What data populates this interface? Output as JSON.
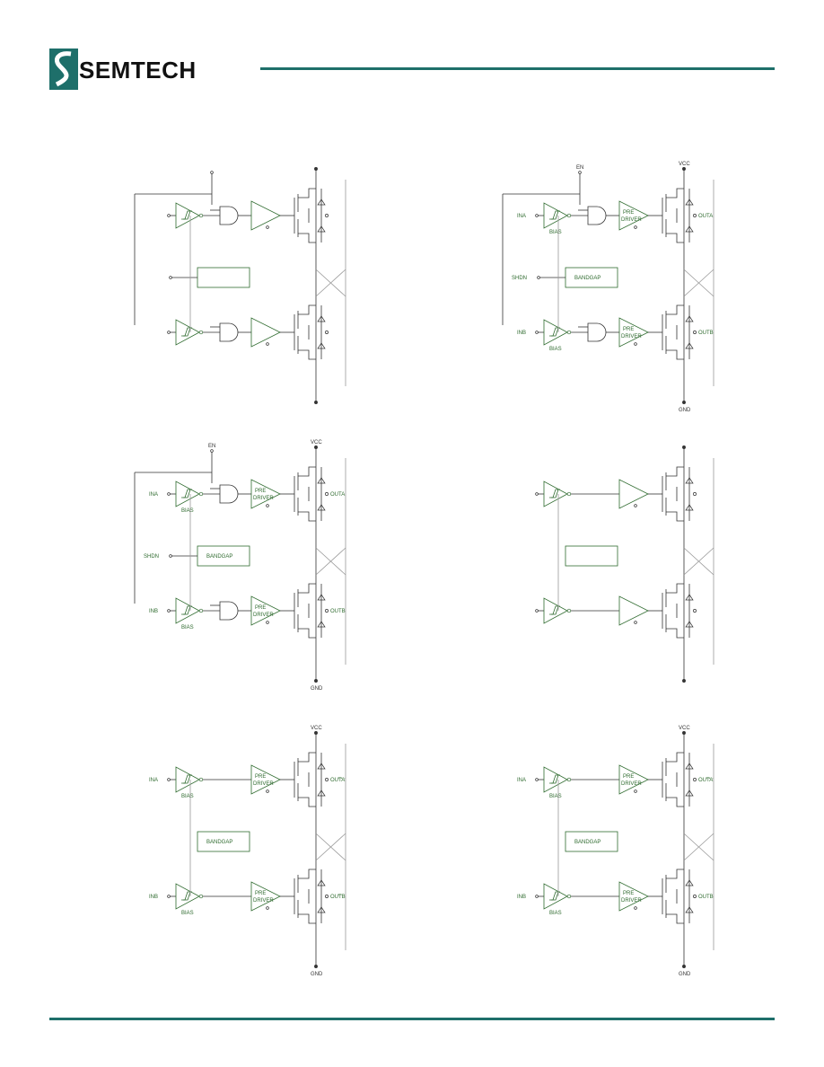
{
  "header": {
    "brand": "SEMTECH",
    "accent_color": "#1e6f6a",
    "logo_icon": "semtech-s-logo-icon"
  },
  "colors": {
    "wire": "#333333",
    "green": "#2f6b2f",
    "gray": "#999999"
  },
  "labels": {
    "vcc": "VCC",
    "gnd": "GND",
    "en": "EN",
    "ina": "INA",
    "inb": "INB",
    "shdn": "SHDN",
    "bias": "BIAS",
    "bandgap": "BANDGAP",
    "pre": "PRE",
    "driver": "DRIVER",
    "outa": "OUTA",
    "outb": "OUTB",
    "outa_bar": "OUTA",
    "outb_bar": "OUTB"
  },
  "panels": [
    {
      "id": "p1",
      "labeled": false,
      "has_en": true,
      "has_shdn": true,
      "b_inverting": false,
      "outa_bar": false,
      "outb_bar": false
    },
    {
      "id": "p2",
      "labeled": true,
      "has_en": true,
      "has_shdn": true,
      "b_inverting": false,
      "outa_bar": false,
      "outb_bar": false
    },
    {
      "id": "p3",
      "labeled": true,
      "has_en": true,
      "has_shdn": true,
      "b_inverting": false,
      "outa_bar": false,
      "outb_bar": false
    },
    {
      "id": "p4",
      "labeled": false,
      "has_en": false,
      "has_shdn": false,
      "b_inverting": false,
      "outa_bar": false,
      "outb_bar": false
    },
    {
      "id": "p5",
      "labeled": true,
      "has_en": false,
      "has_shdn": false,
      "b_inverting": true,
      "outa_bar": true,
      "outb_bar": true
    },
    {
      "id": "p6",
      "labeled": true,
      "has_en": false,
      "has_shdn": false,
      "b_inverting": true,
      "outa_bar": true,
      "outb_bar": false
    }
  ]
}
